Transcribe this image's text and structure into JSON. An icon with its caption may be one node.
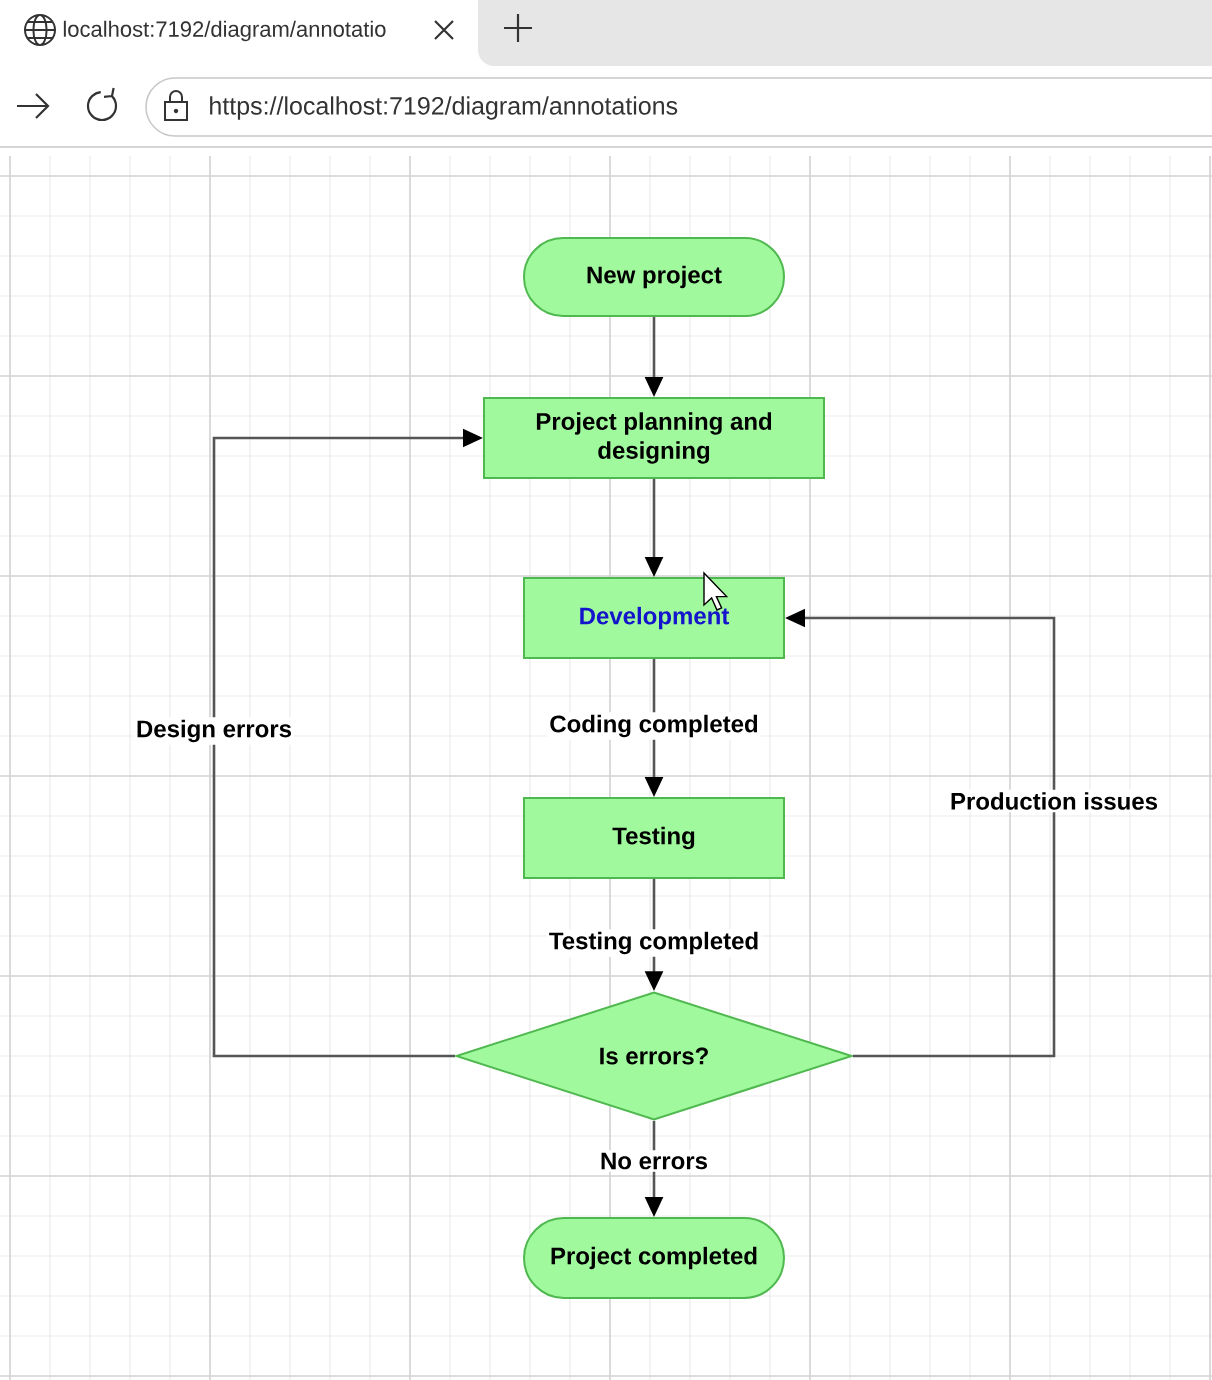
{
  "diagram": {
    "nodes": [
      {
        "text": [
          "New project"
        ]
      },
      {
        "text": [
          "Project planning and designing"
        ]
      },
      {
        "text": [
          "Development"
        ]
      },
      {
        "text": [
          "Testing"
        ]
      },
      {
        "text": [
          "Is errors?"
        ]
      },
      {
        "text": [
          "Project completed"
        ]
      }
    ],
    "edges": [
      {
        "from": 0,
        "to": 1,
        "arrow": "to"
      },
      {
        "from": 1,
        "to": 2,
        "arrow": "to"
      },
      {
        "from": 2,
        "to": 3,
        "arrow": "to",
        "label": "Coding completed"
      },
      {
        "from": 3,
        "to": 4,
        "arrow": "to",
        "label": "Testing completed"
      },
      {
        "from": 4,
        "to": 5,
        "arrow": "to",
        "label": "No errors"
      },
      {
        "from": 4,
        "to": 1,
        "arrow": "to",
        "label": "Design errors"
      },
      {
        "from": 4,
        "to": 2,
        "arrow": "to",
        "label": "Production issues"
      }
    ],
    "labels": [
      "localhost:7192/diagram/annotatio",
      "https://localhost:7192/diagram/annotations"
    ]
  }
}
